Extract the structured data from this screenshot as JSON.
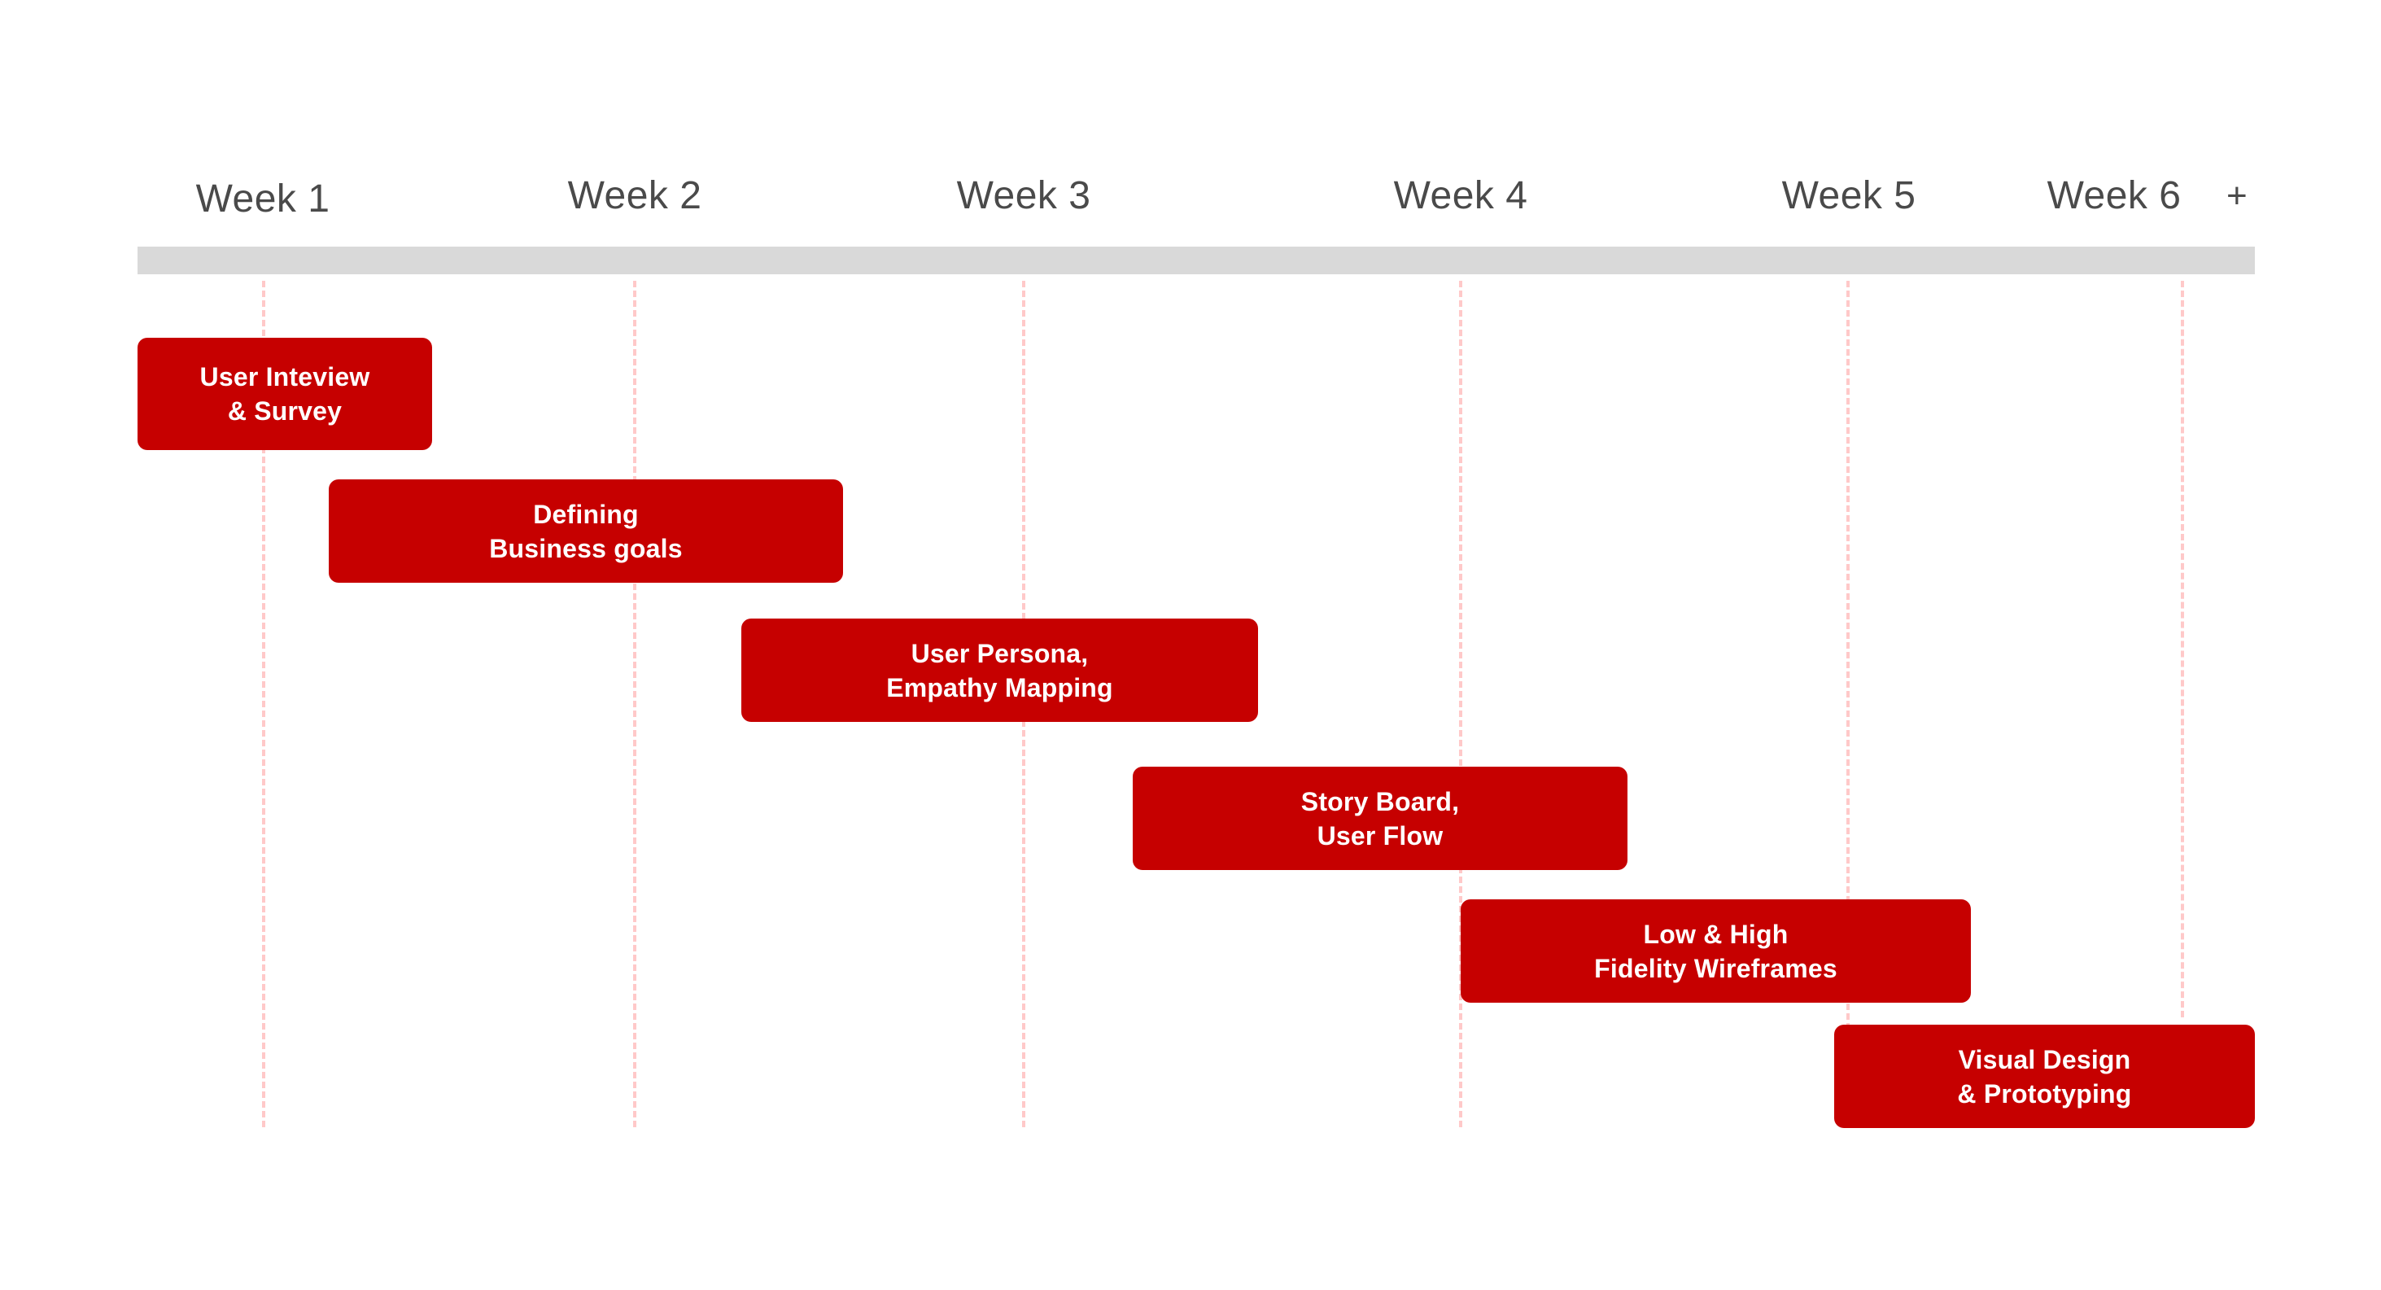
{
  "timeline": {
    "weeks": [
      "Week 1",
      "Week 2",
      "Week 3",
      "Week 4",
      "Week 5",
      "Week 6"
    ],
    "plus_label": "+"
  },
  "tasks": [
    {
      "line1": "User Inteview",
      "line2": "& Survey"
    },
    {
      "line1": "Defining",
      "line2": "Business goals"
    },
    {
      "line1": "User Persona,",
      "line2": "Empathy Mapping"
    },
    {
      "line1": "Story Board,",
      "line2": "User Flow"
    },
    {
      "line1": "Low & High",
      "line2": "Fidelity Wireframes"
    },
    {
      "line1": "Visual Design",
      "line2": "& Prototyping"
    }
  ],
  "colors": {
    "task_fill": "#c60000",
    "task_text": "#ffffff",
    "timeline_bar": "#d9d9d9",
    "gridline": "#ffc9c9",
    "week_text": "#4a4a4a"
  }
}
